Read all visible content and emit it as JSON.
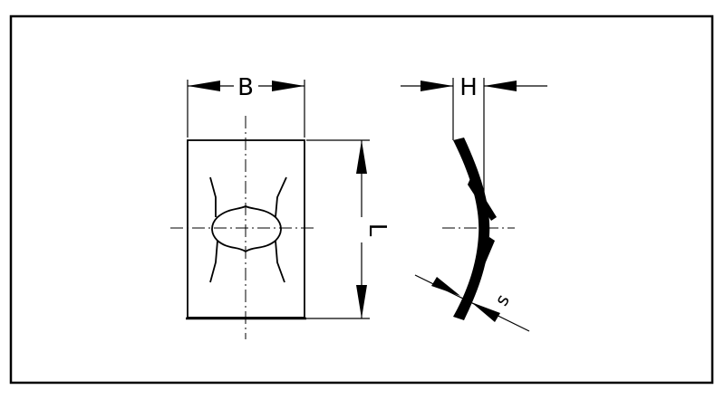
{
  "labels": {
    "width": "B",
    "height": "H",
    "length": "L",
    "thickness": "s"
  },
  "colors": {
    "line": "#000000",
    "background": "#ffffff"
  }
}
